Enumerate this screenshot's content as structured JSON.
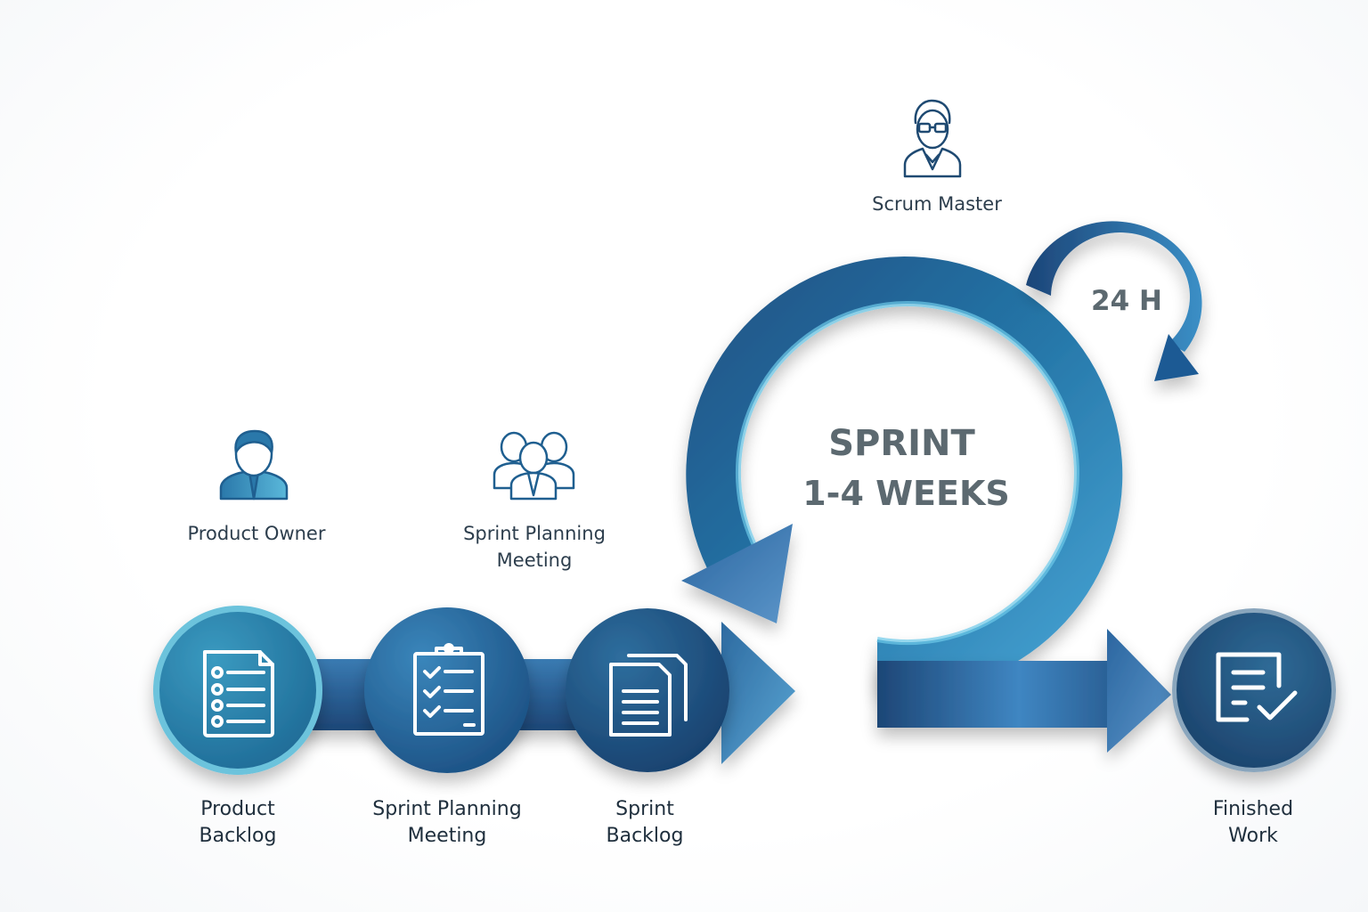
{
  "title": "Scrum Process",
  "roles": {
    "scrum_master": {
      "label": "Scrum Master",
      "icon": "scrum-master-icon"
    },
    "product_owner": {
      "label": "Product Owner",
      "icon": "product-owner-icon"
    },
    "sprint_planning": {
      "label_line1": "Sprint Planning",
      "label_line2": "Meeting",
      "icon": "team-icon"
    }
  },
  "cycle": {
    "sprint_line1": "SPRINT",
    "sprint_line2": "1-4 WEEKS",
    "daily_label": "24 H"
  },
  "steps": [
    {
      "line1": "Product",
      "line2": "Backlog",
      "icon": "checklist-document-icon"
    },
    {
      "line1": "Sprint Planning",
      "line2": "Meeting",
      "icon": "clipboard-check-icon"
    },
    {
      "line1": "Sprint",
      "line2": "Backlog",
      "icon": "stacked-documents-icon"
    },
    {
      "line1": "Finished",
      "line2": "Work",
      "icon": "document-check-icon"
    }
  ],
  "colors": {
    "primary_dark": "#1e4a78",
    "primary": "#2a6da8",
    "primary_light": "#5ab8de",
    "text": "#1f2f3d",
    "heading": "#5c6970"
  }
}
